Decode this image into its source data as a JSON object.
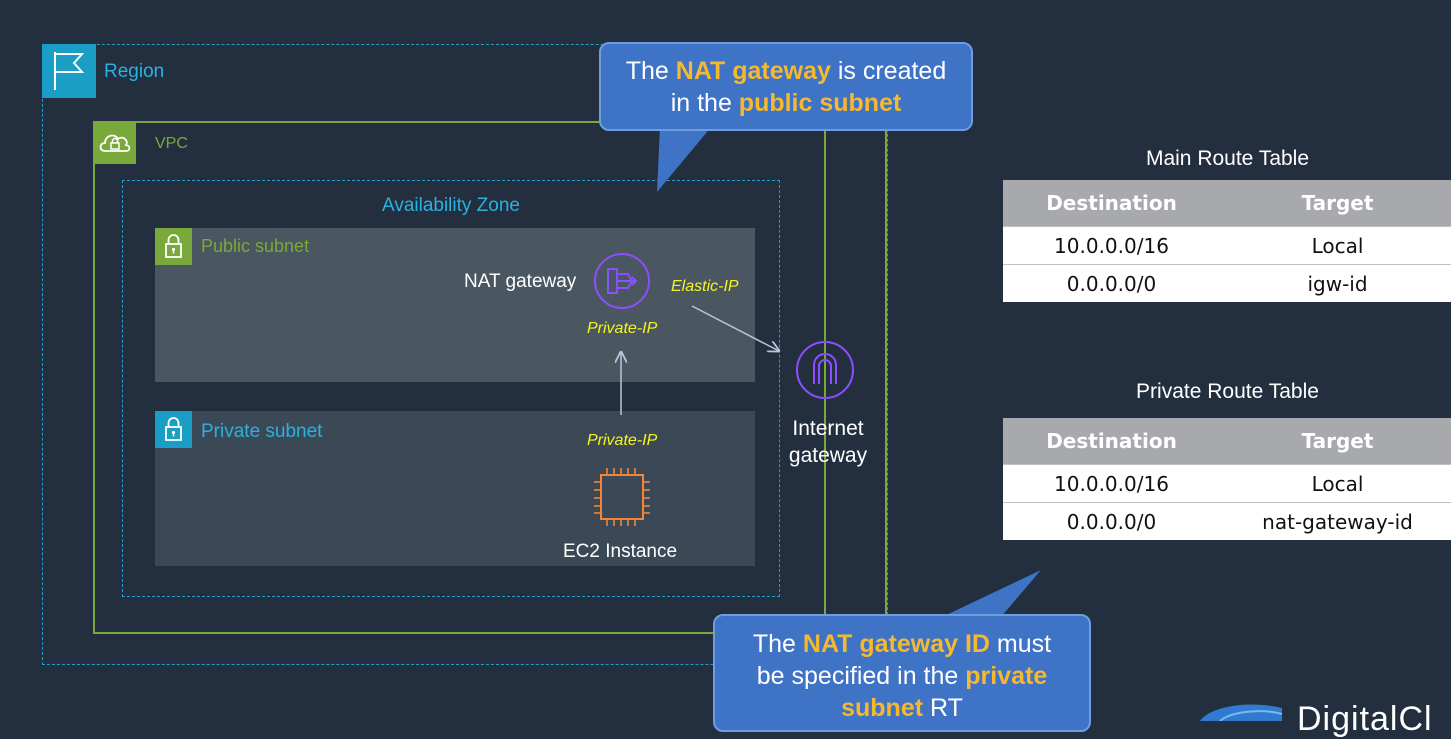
{
  "diagram": {
    "region_label": "Region",
    "vpc_label": "VPC",
    "az_label": "Availability Zone",
    "public_subnet_label": "Public subnet",
    "private_subnet_label": "Private subnet",
    "nat_gateway_label": "NAT gateway",
    "elastic_ip_label": "Elastic-IP",
    "private_ip_nat_label": "Private-IP",
    "private_ip_ec2_label": "Private-IP",
    "ec2_label": "EC2 Instance",
    "igw_label_line1": "Internet",
    "igw_label_line2": "gateway"
  },
  "callout_top": {
    "t1": "The ",
    "h1": "NAT gateway",
    "t2": " is created",
    "t3": "in the ",
    "h2": "public subnet"
  },
  "callout_bottom": {
    "t1": "The ",
    "h1": "NAT gateway ID",
    "t2": " must",
    "t3": "be specified in the ",
    "h2": "private",
    "h3": "subnet",
    "t4": " RT"
  },
  "main_route_table": {
    "title": "Main Route Table",
    "headers": [
      "Destination",
      "Target"
    ],
    "rows": [
      [
        "10.0.0.0/16",
        "Local"
      ],
      [
        "0.0.0.0/0",
        "igw-id"
      ]
    ]
  },
  "private_route_table": {
    "title": "Private Route Table",
    "headers": [
      "Destination",
      "Target"
    ],
    "rows": [
      [
        "10.0.0.0/16",
        "Local"
      ],
      [
        "0.0.0.0/0",
        "nat-gateway-id"
      ]
    ]
  },
  "logo": {
    "text": "DigitalCl"
  },
  "colors": {
    "background": "#232f3e",
    "region": "#1ea0c8",
    "vpc": "#7aa93b",
    "callout": "#3f73c6",
    "highlight": "#f5b82e",
    "ip_label": "#f5f51e",
    "service_purple": "#8c4fff",
    "ec2_orange": "#f58536"
  }
}
